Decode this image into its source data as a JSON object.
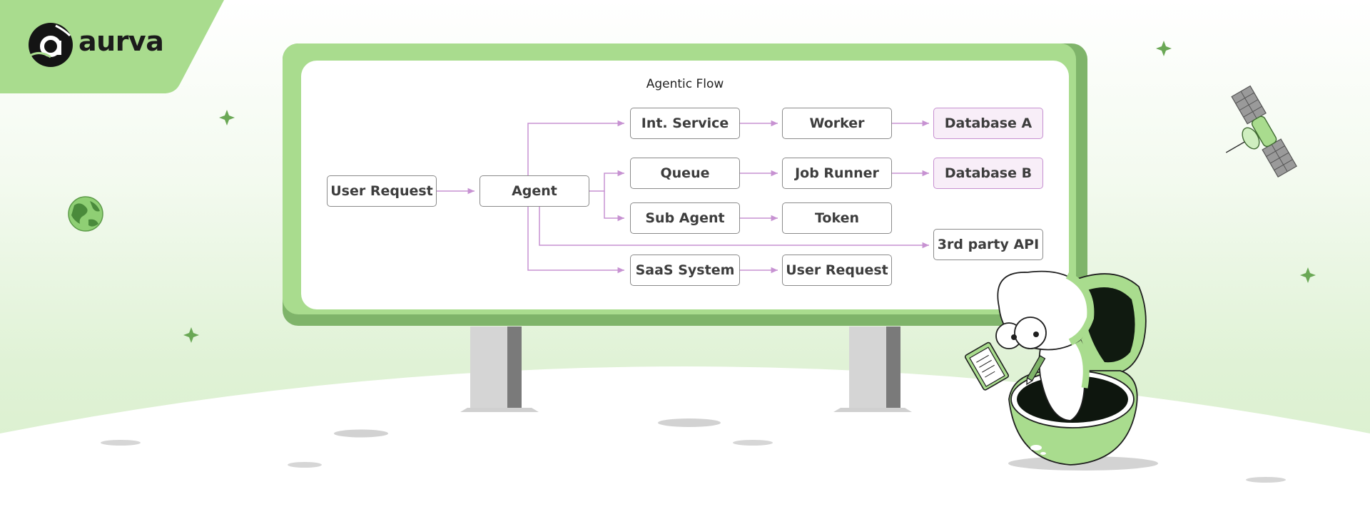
{
  "brand": {
    "name": "aurva",
    "accent_color": "#a9dc8e",
    "accent_dark": "#7fb46a"
  },
  "diagram": {
    "title": "Agentic Flow",
    "arrow_color": "#c792d2",
    "nodes": [
      {
        "id": "user_request_in",
        "label": "User Request"
      },
      {
        "id": "agent",
        "label": "Agent"
      },
      {
        "id": "int_service",
        "label": "Int. Service"
      },
      {
        "id": "worker",
        "label": "Worker"
      },
      {
        "id": "database_a",
        "label": "Database A",
        "highlight": true
      },
      {
        "id": "queue",
        "label": "Queue"
      },
      {
        "id": "job_runner",
        "label": "Job Runner"
      },
      {
        "id": "database_b",
        "label": "Database B",
        "highlight": true
      },
      {
        "id": "sub_agent",
        "label": "Sub Agent"
      },
      {
        "id": "token",
        "label": "Token"
      },
      {
        "id": "third_party_api",
        "label": "3rd party API"
      },
      {
        "id": "saas_system",
        "label": "SaaS System"
      },
      {
        "id": "user_request_out",
        "label": "User Request"
      }
    ],
    "edges": [
      {
        "from": "user_request_in",
        "to": "agent"
      },
      {
        "from": "agent",
        "to": "int_service"
      },
      {
        "from": "agent",
        "to": "queue"
      },
      {
        "from": "agent",
        "to": "sub_agent"
      },
      {
        "from": "agent",
        "to": "third_party_api"
      },
      {
        "from": "agent",
        "to": "saas_system"
      },
      {
        "from": "int_service",
        "to": "worker"
      },
      {
        "from": "worker",
        "to": "database_a"
      },
      {
        "from": "queue",
        "to": "job_runner"
      },
      {
        "from": "job_runner",
        "to": "database_b"
      },
      {
        "from": "sub_agent",
        "to": "token"
      },
      {
        "from": "saas_system",
        "to": "user_request_out"
      }
    ]
  },
  "illustrations": {
    "billboard": "billboard",
    "character": "alien-mascot-with-notepad",
    "egg": "green-egg-shell",
    "globe": "globe-icon",
    "satellite": "satellite-icon",
    "sparkles": "sparkle-icon"
  }
}
